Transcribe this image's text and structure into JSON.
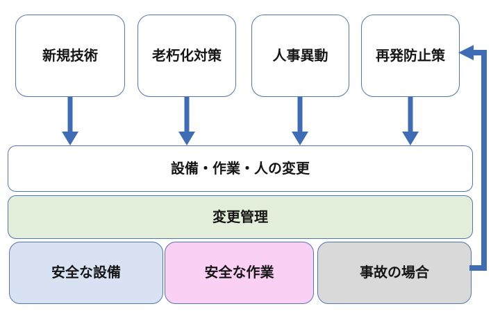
{
  "diagram": {
    "sources": [
      {
        "label": "新規技術"
      },
      {
        "label": "老朽化対策"
      },
      {
        "label": "人事異動"
      },
      {
        "label": "再発防止策"
      }
    ],
    "change_row": {
      "label": "設備・作業・人の変更"
    },
    "management_row": {
      "label": "変更管理"
    },
    "outcomes": [
      {
        "label": "安全な設備",
        "fill": "#d9e2f3"
      },
      {
        "label": "安全な作業",
        "fill": "#fad1f4"
      },
      {
        "label": "事故の場合",
        "fill": "#d9d9d9"
      }
    ],
    "colors": {
      "arrow_blue": "#3e6cb5",
      "box_border": "#4f74b8",
      "management_fill": "#e3eeda",
      "background": "#ffffff"
    }
  }
}
